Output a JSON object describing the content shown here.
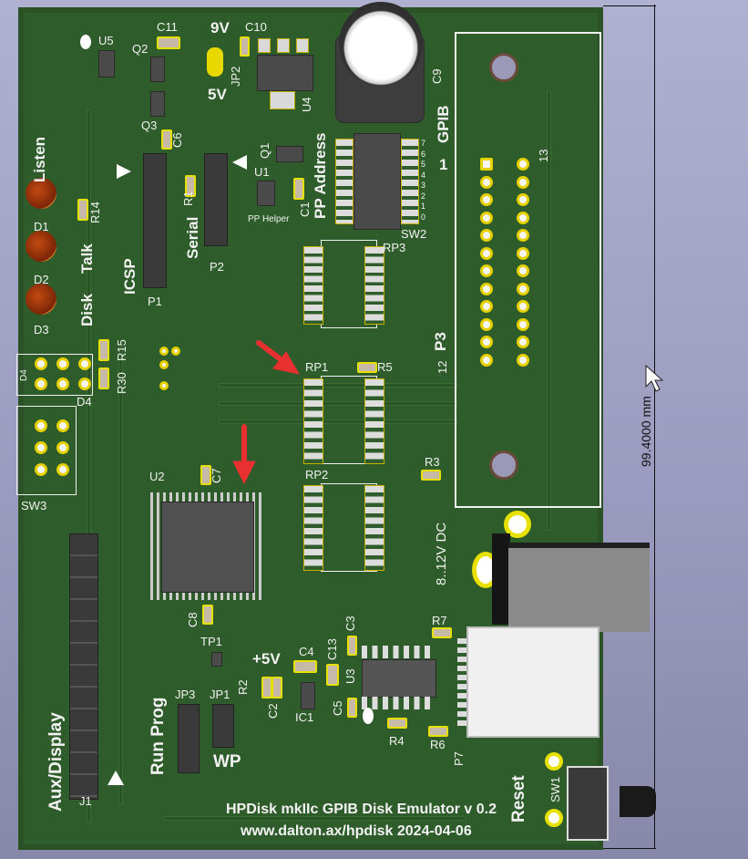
{
  "board": {
    "title": "HPDisk mkIIc GPIB Disk Emulator v 0.2",
    "subtitle": "www.dalton.ax/hpdisk 2024-04-06",
    "dimension": "99.4000 mm",
    "colors": {
      "pcb": "#2e5c2a",
      "silk": "#f2f2f2",
      "annotation_arrow": "#e83030"
    }
  },
  "labels": {
    "U5": "U5",
    "C11": "C11",
    "V9": "9V",
    "C10": "C10",
    "Q2": "Q2",
    "JP2": "JP2",
    "V5": "5V",
    "U4": "U4",
    "C9": "C9",
    "Q3": "Q3",
    "C6": "C6",
    "GPIB": "GPIB",
    "Listen": "Listen",
    "Q1": "Q1",
    "U1": "U1",
    "PPAddress": "PP Address",
    "one": "1",
    "thirteen": "13",
    "D1": "D1",
    "R14": "R14",
    "R1": "R1",
    "Serial": "Serial",
    "C1": "C1",
    "PPHelper": "PP Helper",
    "SW2": "SW2",
    "D2": "D2",
    "Talk": "Talk",
    "P2": "P2",
    "RP3": "RP3",
    "ICSP": "ICSP",
    "Disk": "Disk",
    "P1": "P1",
    "D3": "D3",
    "P3": "P3",
    "twelve": "12",
    "R15": "R15",
    "RP1": "RP1",
    "R5": "R5",
    "D4": "D4",
    "R30": "R30",
    "SW3": "SW3",
    "R3": "R3",
    "U2": "U2",
    "C7": "C7",
    "RP2": "RP2",
    "DC": "8..12V DC",
    "C8": "C8",
    "TP1": "TP1",
    "R7": "R7",
    "C3": "C3",
    "P5V": "+5V",
    "C4": "C4",
    "C13": "C13",
    "U3": "U3",
    "R2": "R2",
    "C2": "C2",
    "IC1": "IC1",
    "C5": "C5",
    "JP3": "JP3",
    "JP1": "JP1",
    "RunProg": "Run Prog",
    "WP": "WP",
    "R4": "R4",
    "R6": "R6",
    "P7": "P7",
    "Reset": "Reset",
    "SW1": "SW1",
    "AuxDisplay": "Aux/Display",
    "J1": "J1",
    "D4mark": "D4"
  },
  "dip_numbers": [
    "7",
    "6",
    "5",
    "4",
    "3",
    "2",
    "1",
    "0"
  ]
}
